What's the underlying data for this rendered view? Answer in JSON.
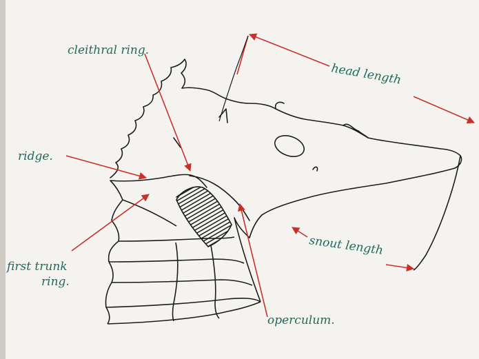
{
  "colors": {
    "paper": "#f4f3f0",
    "ink": "#1c1c1c",
    "label": "#1f6b5c",
    "arrow": "#c8312b"
  },
  "labels": {
    "cleithral_ring": "cleithral ring.",
    "head_length": "head length",
    "ridge": "ridge.",
    "first_trunk_ring_line1": "first trunk",
    "first_trunk_ring_line2": "ring.",
    "snout_length": "snout length",
    "operculum": "operculum."
  }
}
